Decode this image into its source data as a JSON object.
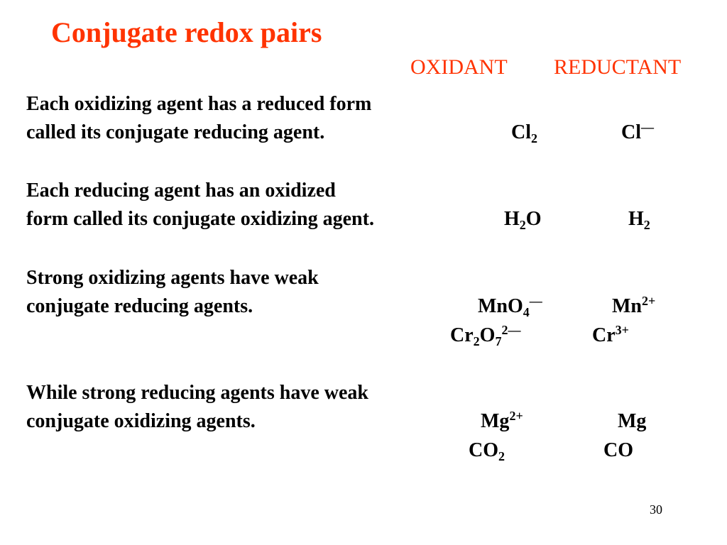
{
  "colors": {
    "accent": "#ff3300",
    "text": "#000000",
    "background": "#ffffff"
  },
  "slide": {
    "title": "Conjugate redox pairs",
    "headers": {
      "oxidant": "OXIDANT",
      "reductant": "REDUCTANT"
    },
    "paragraphs": [
      {
        "line1": "Each oxidizing agent has a reduced form",
        "line2": "called its conjugate reducing agent."
      },
      {
        "line1": "Each reducing agent has an oxidized",
        "line2": "form called its conjugate oxidizing agent."
      },
      {
        "line1": "Strong oxidizing agents have weak",
        "line2": "conjugate reducing agents."
      },
      {
        "line1": "While strong reducing agents have weak",
        "line2": "conjugate oxidizing agents."
      }
    ],
    "pairs": [
      {
        "ox": [
          "Cl",
          {
            "sub": "2"
          }
        ],
        "red": [
          "Cl",
          {
            "sup": "—"
          }
        ]
      },
      {
        "ox": [
          "H",
          {
            "sub": "2"
          },
          "O"
        ],
        "red": [
          "H",
          {
            "sub": "2"
          }
        ]
      },
      {
        "ox": [
          "MnO",
          {
            "sub": "4"
          },
          {
            "sup": "—"
          }
        ],
        "red": [
          "Mn",
          {
            "sup": "2+"
          }
        ]
      },
      {
        "ox": [
          "Cr",
          {
            "sub": "2"
          },
          "O",
          {
            "sub": "7"
          },
          {
            "sup": "2—"
          }
        ],
        "red": [
          "Cr",
          {
            "sup": "3+"
          }
        ]
      },
      {
        "ox": [
          "Mg",
          {
            "sup": "2+"
          }
        ],
        "red": [
          "Mg"
        ]
      },
      {
        "ox": [
          "CO",
          {
            "sub": "2"
          }
        ],
        "red": [
          "CO"
        ]
      }
    ],
    "page_number": "30"
  }
}
